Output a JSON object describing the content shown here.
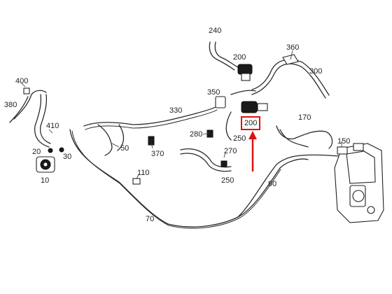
{
  "labels": {
    "p240": "240",
    "p200_top": "200",
    "p360": "360",
    "p300": "300",
    "p400": "400",
    "p380": "380",
    "p350": "350",
    "p330": "330",
    "p170": "170",
    "p200_hl": "200",
    "p410": "410",
    "p280": "280",
    "p250_mid": "250",
    "p150": "150",
    "p50": "50",
    "p370": "370",
    "p270": "270",
    "p20": "20",
    "p30": "30",
    "p10": "10",
    "p110": "110",
    "p250_low": "250",
    "p90": "90",
    "p70": "70"
  },
  "highlight": {
    "part": "200",
    "color": "#e01010"
  }
}
